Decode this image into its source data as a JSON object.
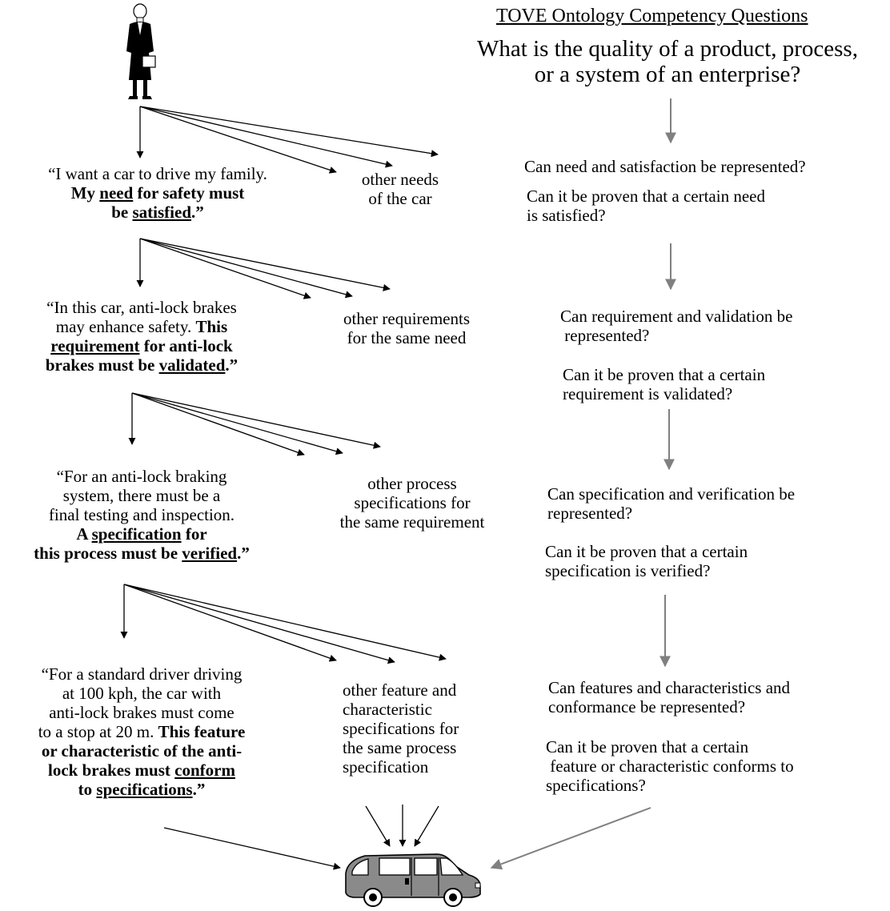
{
  "colors": {
    "ink": "#000000",
    "question_arrow": "#808080",
    "car_body": "#8a8a8a"
  },
  "header": {
    "title": "TOVE Ontology Competency Questions",
    "main_question_line1": "What is the quality of a product, process,",
    "main_question_line2": "or a system of an enterprise?"
  },
  "levels": [
    {
      "quote": [
        [
          {
            "t": "“I want a car to drive my family."
          }
        ],
        [
          {
            "t": "My ",
            "s": "b"
          },
          {
            "t": "need",
            "s": "bu"
          },
          {
            "t": " for safety must",
            "s": "b"
          }
        ],
        [
          {
            "t": "be ",
            "s": "b"
          },
          {
            "t": "satisfied",
            "s": "bu"
          },
          {
            "t": ".”",
            "s": "b"
          }
        ]
      ],
      "other": [
        "other needs",
        "of the car"
      ],
      "questions": [
        [
          "Can need and satisfaction be represented?"
        ],
        [
          "Can it be proven that a certain need",
          "is satisfied?"
        ]
      ]
    },
    {
      "quote": [
        [
          {
            "t": "“In this car, anti-lock brakes"
          }
        ],
        [
          {
            "t": "may enhance safety. "
          },
          {
            "t": "This",
            "s": "b"
          }
        ],
        [
          {
            "t": "requirement",
            "s": "bu"
          },
          {
            "t": " for anti-lock",
            "s": "b"
          }
        ],
        [
          {
            "t": "brakes must be ",
            "s": "b"
          },
          {
            "t": "validated",
            "s": "bu"
          },
          {
            "t": ".”",
            "s": "b"
          }
        ]
      ],
      "other": [
        "other requirements",
        "for the same need"
      ],
      "questions": [
        [
          "Can requirement and validation be",
          " represented?"
        ],
        [
          "Can it be proven that a certain",
          "requirement is validated?"
        ]
      ]
    },
    {
      "quote": [
        [
          {
            "t": "“For an anti-lock braking"
          }
        ],
        [
          {
            "t": "system, there must be a"
          }
        ],
        [
          {
            "t": "final testing and inspection."
          }
        ],
        [
          {
            "t": "A ",
            "s": "b"
          },
          {
            "t": "specification",
            "s": "bu"
          },
          {
            "t": " for",
            "s": "b"
          }
        ],
        [
          {
            "t": "this process must be ",
            "s": "b"
          },
          {
            "t": "verified",
            "s": "bu"
          },
          {
            "t": ".”",
            "s": "b"
          }
        ]
      ],
      "other": [
        "other process",
        "specifications for",
        "the same requirement"
      ],
      "questions": [
        [
          "Can specification and verification be",
          "represented?"
        ],
        [
          "Can it be proven that a certain",
          "specification is verified?"
        ]
      ]
    },
    {
      "quote": [
        [
          {
            "t": "“For a standard driver driving"
          }
        ],
        [
          {
            "t": "at 100 kph, the car with"
          }
        ],
        [
          {
            "t": "anti-lock brakes must come"
          }
        ],
        [
          {
            "t": "to a stop at 20 m. "
          },
          {
            "t": "This feature",
            "s": "b"
          }
        ],
        [
          {
            "t": "or characteristic of the anti-",
            "s": "b"
          }
        ],
        [
          {
            "t": "lock brakes must ",
            "s": "b"
          },
          {
            "t": "conform",
            "s": "bu"
          }
        ],
        [
          {
            "t": "to ",
            "s": "b"
          },
          {
            "t": "specifications",
            "s": "bu"
          },
          {
            "t": ".”",
            "s": "b"
          }
        ]
      ],
      "other": [
        "other feature and",
        "characteristic",
        "specifications for",
        "the same process",
        "specification"
      ],
      "questions": [
        [
          "Can features and characteristics and",
          "conformance be represented?"
        ],
        [
          "Can it be proven that a certain",
          " feature or characteristic conforms to",
          "specifications?"
        ]
      ]
    }
  ],
  "icons": {
    "person": "woman-with-briefcase-icon",
    "vehicle": "minivan-icon"
  }
}
